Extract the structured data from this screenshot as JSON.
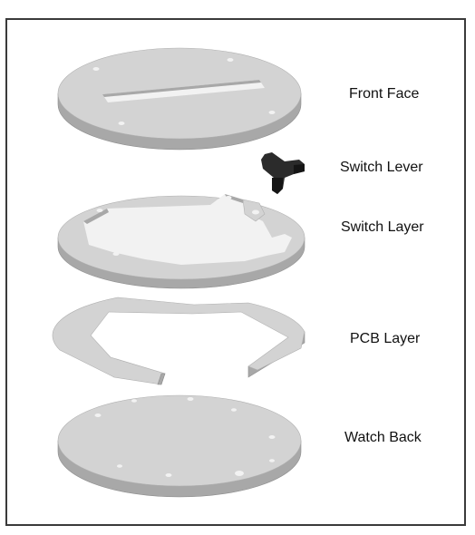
{
  "diagram": {
    "labels": {
      "front_face": "Front Face",
      "switch_lever": "Switch Lever",
      "switch_layer": "Switch Layer",
      "pcb_layer": "PCB Layer",
      "watch_back": "Watch Back"
    }
  },
  "colors": {
    "plate_top": "#d3d3d3",
    "plate_edge": "#a8a8a8",
    "hole": "#f2f2f2",
    "lever": "#2b2b2b",
    "frame": "#3a3a3a"
  }
}
